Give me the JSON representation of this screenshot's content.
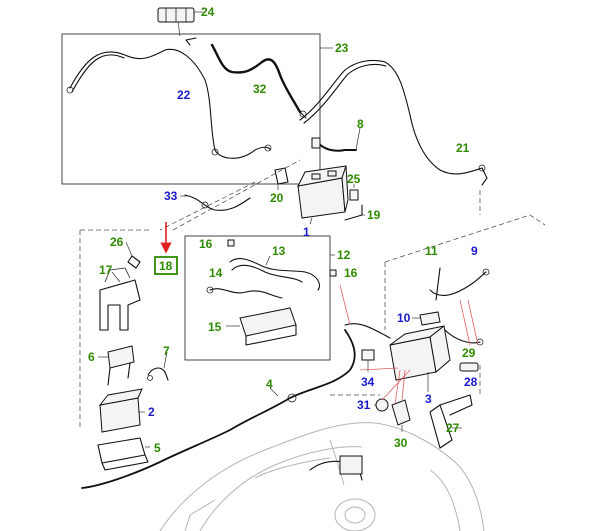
{
  "colors": {
    "green_label": "#2e8b00",
    "blue_label": "#1a1acc",
    "arrow": "#e02020",
    "highlight_border": "#2e8b00",
    "line": "#111111",
    "ghost_car": "#b5b5b5"
  },
  "callouts": [
    {
      "id": "1",
      "text": "1",
      "color": "blue"
    },
    {
      "id": "2",
      "text": "2",
      "color": "blue"
    },
    {
      "id": "3",
      "text": "3",
      "color": "blue"
    },
    {
      "id": "4",
      "text": "4",
      "color": "green"
    },
    {
      "id": "5",
      "text": "5",
      "color": "green"
    },
    {
      "id": "6",
      "text": "6",
      "color": "green"
    },
    {
      "id": "7",
      "text": "7",
      "color": "green"
    },
    {
      "id": "8",
      "text": "8",
      "color": "green"
    },
    {
      "id": "9",
      "text": "9",
      "color": "blue"
    },
    {
      "id": "10",
      "text": "10",
      "color": "blue"
    },
    {
      "id": "11",
      "text": "11",
      "color": "green"
    },
    {
      "id": "12",
      "text": "12",
      "color": "green"
    },
    {
      "id": "13",
      "text": "13",
      "color": "green"
    },
    {
      "id": "14",
      "text": "14",
      "color": "green"
    },
    {
      "id": "15",
      "text": "15",
      "color": "green"
    },
    {
      "id": "16a",
      "text": "16",
      "color": "green"
    },
    {
      "id": "16b",
      "text": "16",
      "color": "green"
    },
    {
      "id": "17",
      "text": "17",
      "color": "green"
    },
    {
      "id": "18",
      "text": "18",
      "color": "green"
    },
    {
      "id": "19",
      "text": "19",
      "color": "green"
    },
    {
      "id": "20",
      "text": "20",
      "color": "green"
    },
    {
      "id": "21",
      "text": "21",
      "color": "green"
    },
    {
      "id": "22",
      "text": "22",
      "color": "blue"
    },
    {
      "id": "23",
      "text": "23",
      "color": "green"
    },
    {
      "id": "24",
      "text": "24",
      "color": "green"
    },
    {
      "id": "25",
      "text": "25",
      "color": "green"
    },
    {
      "id": "26",
      "text": "26",
      "color": "green"
    },
    {
      "id": "27",
      "text": "27",
      "color": "green"
    },
    {
      "id": "28",
      "text": "28",
      "color": "blue"
    },
    {
      "id": "29",
      "text": "29",
      "color": "green"
    },
    {
      "id": "30",
      "text": "30",
      "color": "green"
    },
    {
      "id": "31",
      "text": "31",
      "color": "blue"
    },
    {
      "id": "32",
      "text": "32",
      "color": "green"
    },
    {
      "id": "33",
      "text": "33",
      "color": "blue"
    },
    {
      "id": "34",
      "text": "34",
      "color": "blue"
    }
  ],
  "highlighted_callout": "18",
  "icons": {
    "arrow": "down-arrow-icon",
    "battery": "battery-icon",
    "wiring_harness": "wiring-harness-icon",
    "vehicle": "vehicle-outline-icon"
  }
}
